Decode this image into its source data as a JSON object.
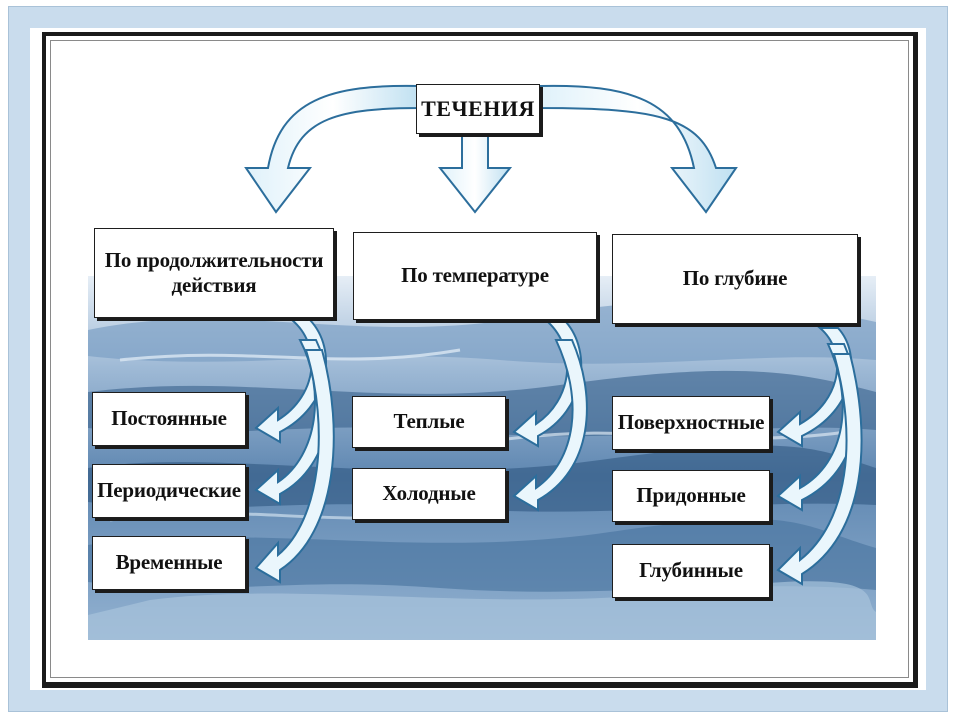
{
  "title": "ТЕЧЕНИЯ",
  "categories": [
    {
      "label": "По продолжительности действия",
      "items": [
        "Постоянные",
        "Периодические",
        "Временные"
      ]
    },
    {
      "label": "По температуре",
      "items": [
        "Теплые",
        "Холодные"
      ]
    },
    {
      "label": "По глубине",
      "items": [
        "Поверхностные",
        "Придонные",
        "Глубинные"
      ]
    }
  ],
  "colors": {
    "frame": "#c9dced",
    "water_dark": "#4f79a3",
    "water_light": "#c6d9ea",
    "arrow_fill": "#e4f3fb",
    "arrow_stroke": "#2c6e9c"
  }
}
